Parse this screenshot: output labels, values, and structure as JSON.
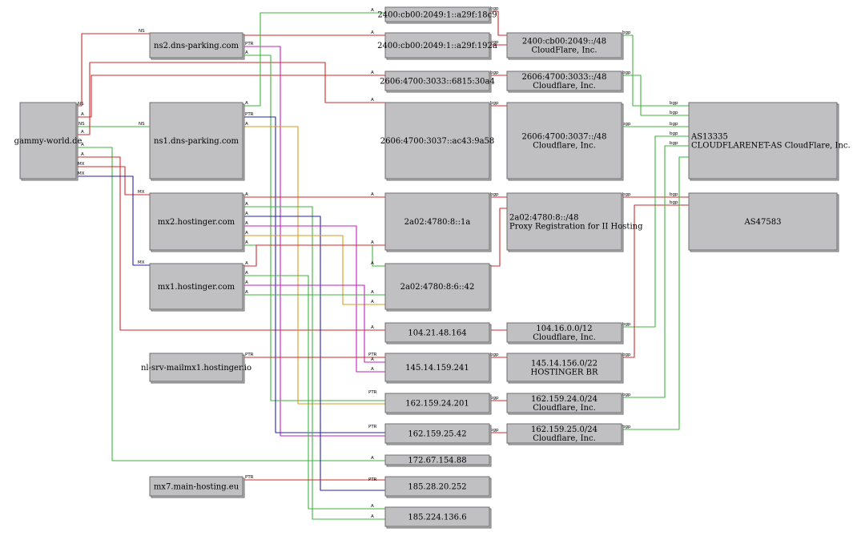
{
  "nodes": [
    {
      "id": "gammy",
      "lines": [
        "gammy-world.de"
      ]
    },
    {
      "id": "ns2",
      "lines": [
        "ns2.dns-parking.com"
      ]
    },
    {
      "id": "ns1",
      "lines": [
        "ns1.dns-parking.com"
      ]
    },
    {
      "id": "mx2",
      "lines": [
        "mx2.hostinger.com"
      ]
    },
    {
      "id": "mx1",
      "lines": [
        "mx1.hostinger.com"
      ]
    },
    {
      "id": "nlsrv",
      "lines": [
        "nl-srv-mailmx1.hostinger.io"
      ]
    },
    {
      "id": "mx7",
      "lines": [
        "mx7.main-hosting.eu"
      ]
    },
    {
      "id": "ip6_18c9",
      "lines": [
        "2400:cb00:2049:1::a29f:18c9"
      ]
    },
    {
      "id": "ip6_192a",
      "lines": [
        "2400:cb00:2049:1::a29f:192a"
      ]
    },
    {
      "id": "ip6_30a4",
      "lines": [
        "2606:4700:3033::6815:30a4"
      ]
    },
    {
      "id": "ip6_9a58",
      "lines": [
        "2606:4700:3037::ac43:9a58"
      ]
    },
    {
      "id": "ip6_1a",
      "lines": [
        "2a02:4780:8::1a"
      ]
    },
    {
      "id": "ip6_42",
      "lines": [
        "2a02:4780:8:6::42"
      ]
    },
    {
      "id": "ip_104",
      "lines": [
        "104.21.48.164"
      ]
    },
    {
      "id": "ip_145",
      "lines": [
        "145.14.159.241"
      ]
    },
    {
      "id": "ip_162_24",
      "lines": [
        "162.159.24.201"
      ]
    },
    {
      "id": "ip_162_25",
      "lines": [
        "162.159.25.42"
      ]
    },
    {
      "id": "ip_172",
      "lines": [
        "172.67.154.88"
      ]
    },
    {
      "id": "ip_185_28",
      "lines": [
        "185.28.20.252"
      ]
    },
    {
      "id": "ip_185_224",
      "lines": [
        "185.224.136.6"
      ]
    },
    {
      "id": "pfx_2400",
      "lines": [
        "2400:cb00:2049::/48",
        "CloudFlare, Inc."
      ]
    },
    {
      "id": "pfx_3033",
      "lines": [
        "2606:4700:3033::/48",
        "Cloudflare, Inc."
      ]
    },
    {
      "id": "pfx_3037",
      "lines": [
        "2606:4700:3037::/48",
        "Cloudflare, Inc."
      ]
    },
    {
      "id": "pfx_2a02",
      "lines": [
        "2a02:4780:8::/48",
        "Proxy Registration for II Hosting"
      ]
    },
    {
      "id": "pfx_104",
      "lines": [
        "104.16.0.0/12",
        "Cloudflare, Inc."
      ]
    },
    {
      "id": "pfx_145",
      "lines": [
        "145.14.156.0/22",
        "HOSTINGER BR"
      ]
    },
    {
      "id": "pfx_162_24",
      "lines": [
        "162.159.24.0/24",
        "Cloudflare, Inc."
      ]
    },
    {
      "id": "pfx_162_25",
      "lines": [
        "162.159.25.0/24",
        "Cloudflare, Inc."
      ]
    },
    {
      "id": "as13335",
      "lines": [
        "AS13335",
        "CLOUDFLARENET-AS CloudFlare, Inc."
      ]
    },
    {
      "id": "as47583",
      "lines": [
        "AS47583"
      ]
    }
  ],
  "edge_labels": {
    "ns": "NS",
    "a": "A",
    "mx": "MX",
    "ptr": "PTR",
    "bgp": "bgp"
  },
  "colors": {
    "red": "#cc2b2b",
    "green": "#3cb43c",
    "blue": "#2323a8",
    "magenta": "#c020c0",
    "orange": "#dc9a1e",
    "shadow": "#8b8b8b",
    "node_fill": "#c0bfc1"
  }
}
